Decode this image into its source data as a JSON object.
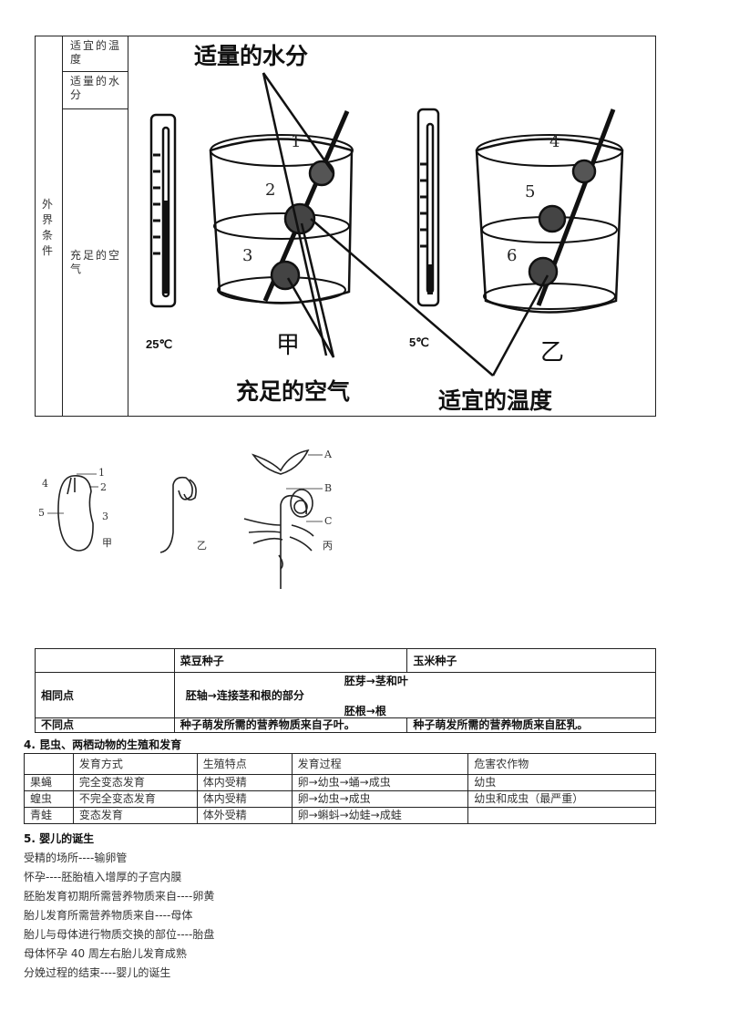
{
  "experiment_table": {
    "col1_label": "外界条件",
    "conditions": [
      {
        "label": "适宜的温度"
      },
      {
        "label": "适量的水分"
      },
      {
        "label": "充足的空气"
      }
    ],
    "figure": {
      "callout_water": "适量的水分",
      "callout_air": "充足的空气",
      "callout_temp": "适宜的温度",
      "beaker_jia": {
        "name": "甲",
        "temperature": "25℃",
        "seeds": [
          "1",
          "2",
          "3"
        ]
      },
      "beaker_yi": {
        "name": "乙",
        "temperature": "5℃",
        "seeds": [
          "4",
          "5",
          "6"
        ]
      }
    }
  },
  "seedling_figure": {
    "jia": {
      "name": "甲",
      "parts": [
        "1",
        "2",
        "3",
        "4",
        "5"
      ]
    },
    "yi": {
      "name": "乙"
    },
    "bing": {
      "name": "丙",
      "parts": [
        "A",
        "B",
        "C"
      ]
    }
  },
  "seed_comparison": {
    "headers": [
      "",
      "菜豆种子",
      "玉米种子"
    ],
    "same": {
      "label": "相同点",
      "axis": "胚轴→连接茎和根的部分",
      "bud": "胚芽→茎和叶",
      "root": "胚根→根"
    },
    "different": {
      "label": "不同点",
      "bean": "种子萌发所需的营养物质来自子叶。",
      "corn": "种子萌发所需的营养物质来自胚乳。"
    }
  },
  "section4": {
    "title": "4. 昆虫、两栖动物的生殖和发育",
    "headers": [
      "",
      "发育方式",
      "生殖特点",
      "发育过程",
      "危害农作物"
    ],
    "rows": [
      [
        "果蝇",
        "完全变态发育",
        "体内受精",
        "卵→幼虫→蛹→成虫",
        "幼虫"
      ],
      [
        "蝗虫",
        "不完全变态发育",
        "体内受精",
        "卵→幼虫→成虫",
        "幼虫和成虫（最严重）"
      ],
      [
        "青蛙",
        "变态发育",
        "体外受精",
        "卵→蝌蚪→幼蛙→成蛙",
        ""
      ]
    ]
  },
  "section5": {
    "title": "5. 婴儿的诞生",
    "lines": [
      "受精的场所----输卵管",
      "怀孕----胚胎植入增厚的子宫内膜",
      "胚胎发育初期所需营养物质来自----卵黄",
      "胎儿发育所需营养物质来自----母体",
      "胎儿与母体进行物质交换的部位----胎盘",
      "母体怀孕 40 周左右胎儿发育成熟",
      "分娩过程的结束----婴儿的诞生"
    ]
  }
}
